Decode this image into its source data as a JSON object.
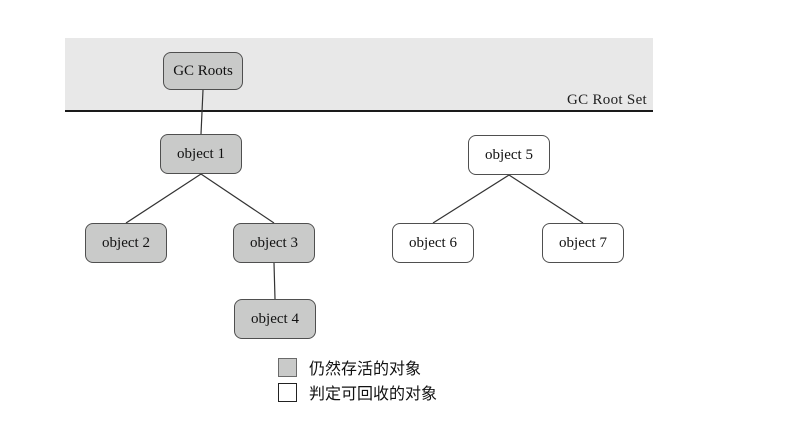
{
  "diagram": {
    "band_label": "GC Root Set",
    "nodes": {
      "gc_roots": {
        "label": "GC Roots",
        "status": "alive"
      },
      "object_1": {
        "label": "object 1",
        "status": "alive"
      },
      "object_2": {
        "label": "object 2",
        "status": "alive"
      },
      "object_3": {
        "label": "object 3",
        "status": "alive"
      },
      "object_4": {
        "label": "object 4",
        "status": "alive"
      },
      "object_5": {
        "label": "object 5",
        "status": "recyclable"
      },
      "object_6": {
        "label": "object 6",
        "status": "recyclable"
      },
      "object_7": {
        "label": "object 7",
        "status": "recyclable"
      }
    },
    "edges": [
      [
        "gc_roots",
        "object_1"
      ],
      [
        "object_1",
        "object_2"
      ],
      [
        "object_1",
        "object_3"
      ],
      [
        "object_3",
        "object_4"
      ],
      [
        "object_5",
        "object_6"
      ],
      [
        "object_5",
        "object_7"
      ]
    ],
    "legend": [
      {
        "swatch": "alive",
        "label": "仍然存活的对象"
      },
      {
        "swatch": "recyclable",
        "label": "判定可回收的对象"
      }
    ],
    "colors": {
      "alive_fill": "#c9cac9",
      "recyclable_fill": "#ffffff",
      "band_fill": "#e8e8e8",
      "band_rule": "#1a1a1a",
      "node_border": "#4f4f4f",
      "edge": "#333333"
    }
  }
}
